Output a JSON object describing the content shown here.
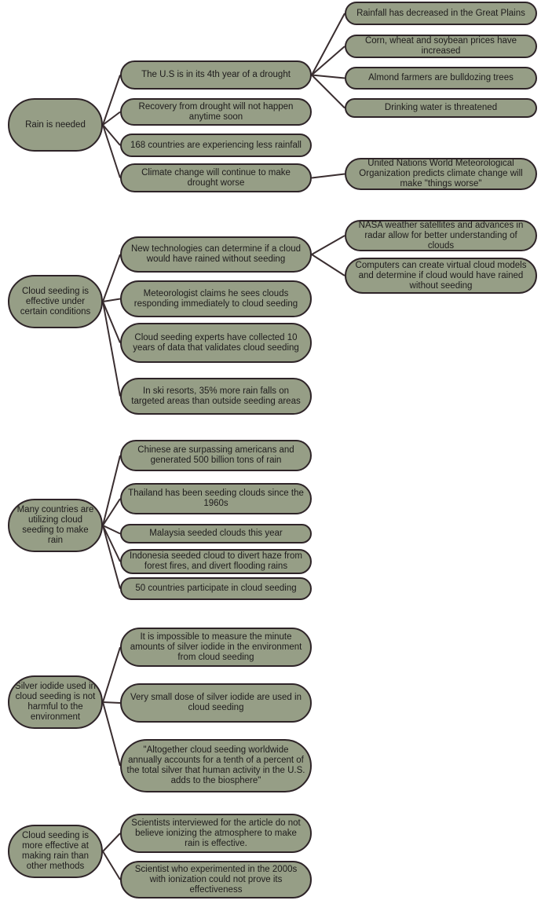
{
  "line_color": "#3a2e30",
  "node_fill": "#969e86",
  "groups": [
    {
      "root": {
        "id": "r1",
        "label": "Rain is needed"
      },
      "children": [
        {
          "id": "c1a",
          "label": "The U.S is in its 4th year of a drought",
          "children": [
            {
              "id": "g1",
              "label": "Rainfall has decreased in the Great Plains"
            },
            {
              "id": "g2",
              "label": "Corn, wheat and soybean prices have increased"
            },
            {
              "id": "g3",
              "label": "Almond farmers are bulldozing trees"
            },
            {
              "id": "g4",
              "label": "Drinking water is threatened"
            }
          ]
        },
        {
          "id": "c1b",
          "label": "Recovery from drought will not happen anytime soon"
        },
        {
          "id": "c1c",
          "label": "168 countries are experiencing less rainfall"
        },
        {
          "id": "c1d",
          "label": "Climate change will continue to make drought worse",
          "children": [
            {
              "id": "g5",
              "label": "United Nations World Meteorological Organization predicts climate change will make \"things worse\""
            }
          ]
        }
      ]
    },
    {
      "root": {
        "id": "r2",
        "label": "Cloud seeding is effective under certain conditions"
      },
      "children": [
        {
          "id": "c2a",
          "label": "New technologies can determine if a cloud would have rained without seeding",
          "children": [
            {
              "id": "g6",
              "label": "NASA weather satellites and advances in radar allow for better understanding of clouds"
            },
            {
              "id": "g7",
              "label": "Computers can create virtual cloud models and determine if cloud would have rained without seeding"
            }
          ]
        },
        {
          "id": "c2b",
          "label": "Meteorologist claims he sees clouds responding immediately to cloud seeding"
        },
        {
          "id": "c2c",
          "label": "Cloud seeding experts have collected 10 years of data that validates cloud seeding"
        },
        {
          "id": "c2d",
          "label": "In ski resorts, 35% more rain falls on targeted areas than outside seeding areas"
        }
      ]
    },
    {
      "root": {
        "id": "r3",
        "label": "Many countries are utilizing cloud seeding to make rain"
      },
      "children": [
        {
          "id": "c3a",
          "label": "Chinese are surpassing americans and generated 500 billion tons of rain"
        },
        {
          "id": "c3b",
          "label": "Thailand has been seeding clouds since the 1960s"
        },
        {
          "id": "c3c",
          "label": "Malaysia seeded clouds this year"
        },
        {
          "id": "c3d",
          "label": "Indonesia seeded cloud to divert haze from forest fires, and divert flooding rains"
        },
        {
          "id": "c3e",
          "label": "50 countries participate in cloud seeding"
        }
      ]
    },
    {
      "root": {
        "id": "r4",
        "label": "Silver iodide used in cloud seeding is not harmful to the environment"
      },
      "children": [
        {
          "id": "c4a",
          "label": "It is impossible to measure the minute amounts of silver iodide in the environment from cloud seeding"
        },
        {
          "id": "c4b",
          "label": "Very small dose of silver iodide are used in cloud seeding"
        },
        {
          "id": "c4c",
          "label": "\"Altogether cloud seeding worldwide annually accounts for a tenth of a percent of the total silver that human activity in the U.S. adds to the biosphere\""
        }
      ]
    },
    {
      "root": {
        "id": "r5",
        "label": "Cloud seeding is more effective at making rain than other methods"
      },
      "children": [
        {
          "id": "c5a",
          "label": "Scientists interviewed for the article do not believe ionizing the atmosphere to make rain is effective."
        },
        {
          "id": "c5b",
          "label": "Scientist who experimented in the 2000s with ionization could not prove its effectiveness"
        }
      ]
    }
  ]
}
